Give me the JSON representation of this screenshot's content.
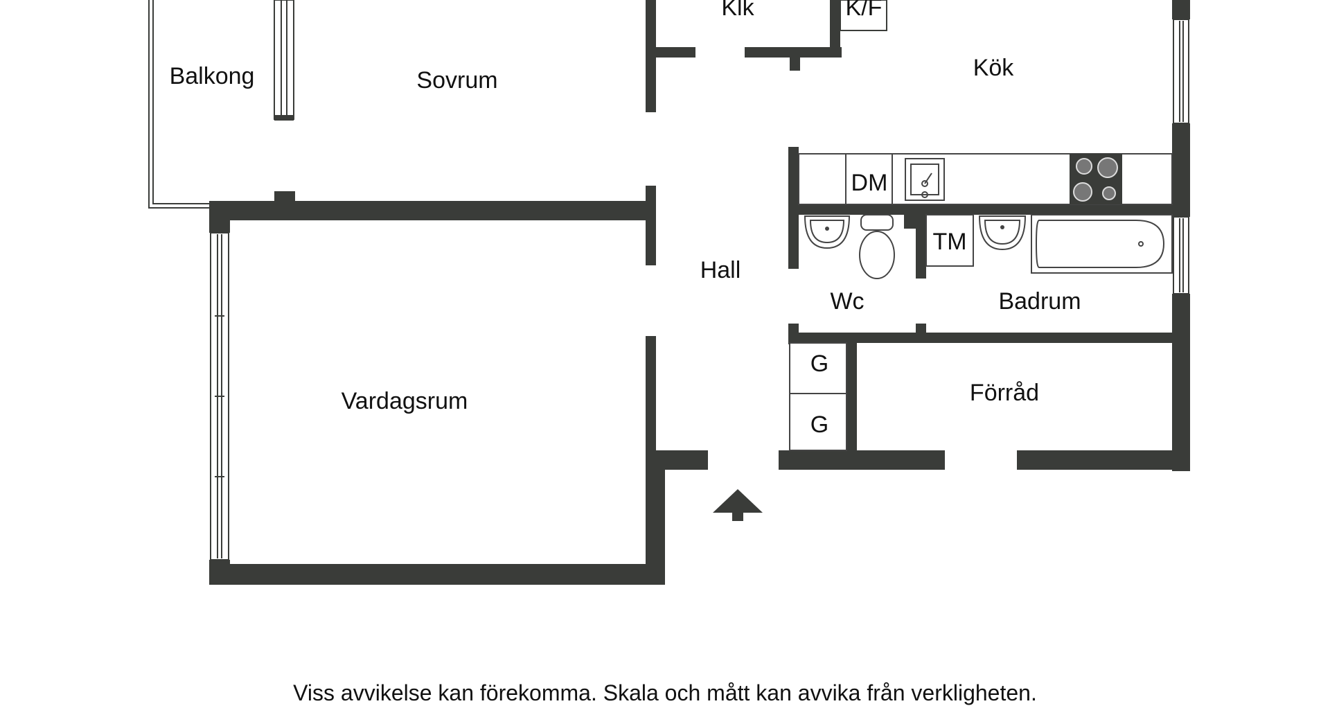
{
  "colors": {
    "wall": "#3a3c39",
    "background": "#ffffff",
    "text": "#111111"
  },
  "rooms": {
    "balkong": "Balkong",
    "sovrum": "Sovrum",
    "klk": "Klk",
    "kf": "K/F",
    "kok": "Kök",
    "hall": "Hall",
    "wc": "Wc",
    "badrum": "Badrum",
    "forrad": "Förråd",
    "vardagsrum": "Vardagsrum"
  },
  "fixtures": {
    "dm": "DM",
    "tm": "TM",
    "g1": "G",
    "g2": "G"
  },
  "icons": {
    "entrance": "entrance-arrow-icon"
  },
  "footer": {
    "disclaimer": "Viss avvikelse kan förekomma. Skala och mått kan avvika från verkligheten."
  }
}
